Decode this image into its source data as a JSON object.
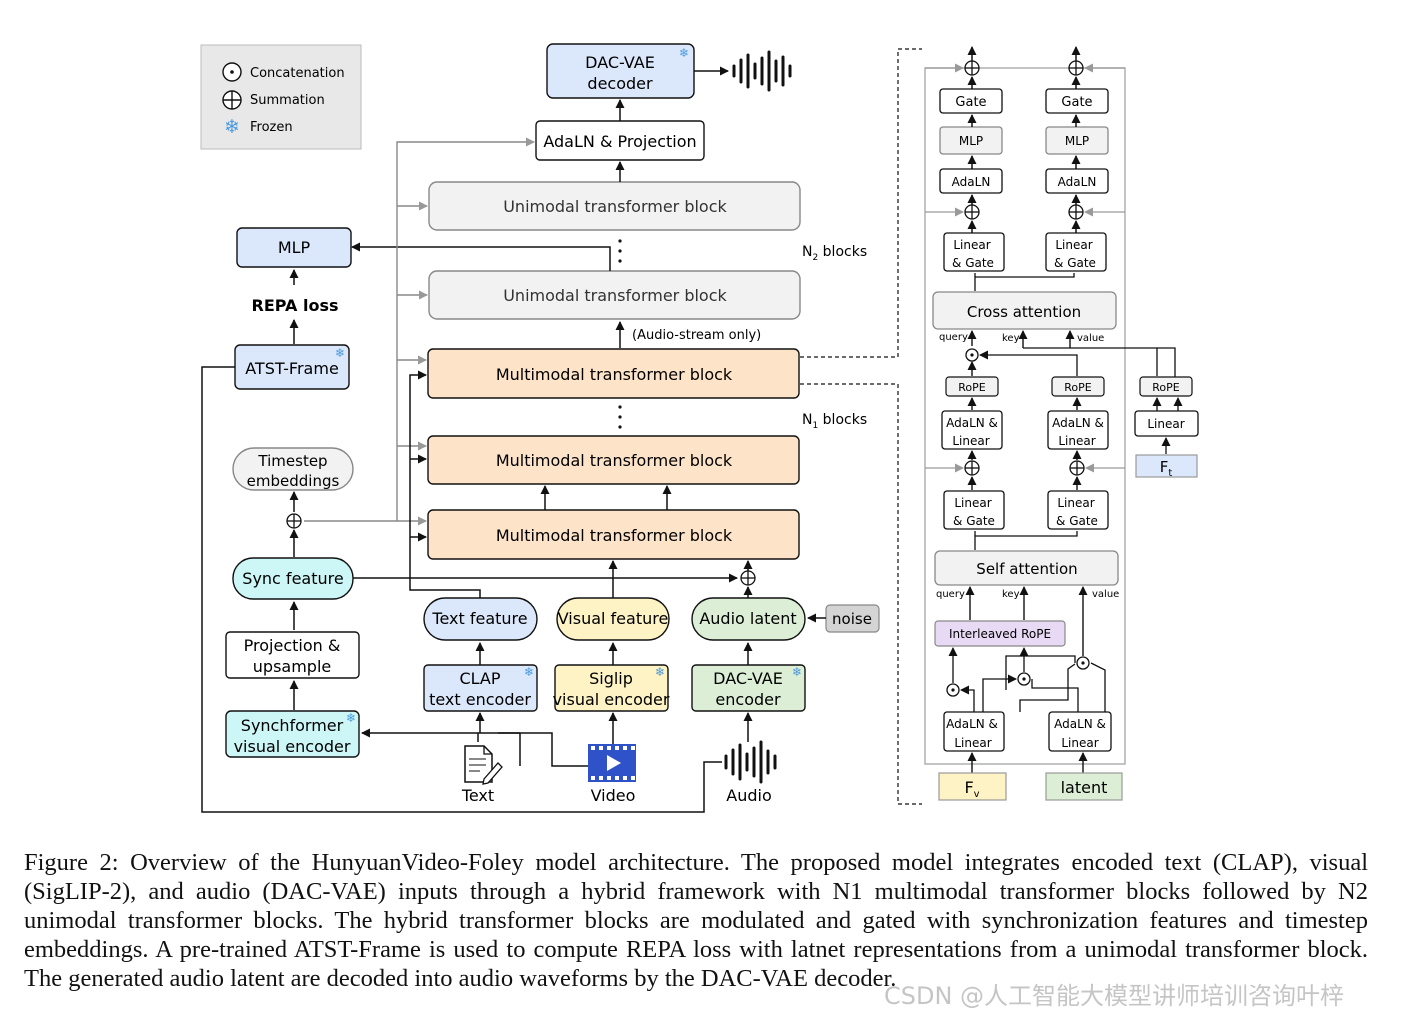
{
  "legend": {
    "concatenation": "Concatenation",
    "summation": "Summation",
    "frozen": "Frozen"
  },
  "left": {
    "dac_vae_decoder_1": "DAC-VAE",
    "dac_vae_decoder_2": "decoder",
    "adaln_projection": "AdaLN & Projection",
    "unimodal_block": "Unimodal transformer block",
    "n2_blocks_base": "N",
    "n2_blocks_sub": "2",
    "n2_blocks_tail": " blocks",
    "audio_stream_only": "(Audio-stream only)",
    "multimodal_block": "Multimodal transformer block",
    "n1_blocks_base": "N",
    "n1_blocks_sub": "1",
    "n1_blocks_tail": " blocks",
    "mlp": "MLP",
    "repa_loss": "REPA loss",
    "atst_frame": "ATST-Frame",
    "timestep_1": "Timestep",
    "timestep_2": "embeddings",
    "sync_feature": "Sync feature",
    "projection_1": "Projection &",
    "projection_2": "upsample",
    "synchformer_1": "Synchformer",
    "synchformer_2": "visual encoder",
    "text_feature": "Text feature",
    "visual_feature": "Visual feature",
    "audio_latent": "Audio latent",
    "noise": "noise",
    "clap_1": "CLAP",
    "clap_2": "text encoder",
    "siglip_1": "Siglip",
    "siglip_2": "visual encoder",
    "dacvae_enc_1": "DAC-VAE",
    "dacvae_enc_2": "encoder",
    "text_label": "Text",
    "video_label": "Video",
    "audio_label": "Audio"
  },
  "right": {
    "gate": "Gate",
    "mlp": "MLP",
    "adaln": "AdaLN",
    "linear_gate_1": "Linear",
    "linear_gate_2": "& Gate",
    "cross_attention": "Cross attention",
    "query": "query",
    "key": "key",
    "value": "value",
    "rope": "RoPE",
    "adaln_linear_1": "AdaLN &",
    "adaln_linear_2": "Linear",
    "linear": "Linear",
    "ft_base": "F",
    "ft_sub": "t",
    "self_attention": "Self attention",
    "interleaved_rope": "Interleaved RoPE",
    "fv_base": "F",
    "fv_sub": "v",
    "latent": "latent"
  },
  "caption": "Figure 2: Overview of the HunyuanVideo-Foley model architecture. The proposed model integrates encoded text (CLAP), visual (SigLIP-2), and audio (DAC-VAE) inputs through a hybrid framework with N1 multimodal transformer blocks followed by N2 unimodal transformer blocks. The hybrid transformer blocks are modulated and gated with synchronization features and timestep embeddings. A pre-trained ATST-Frame is used to compute REPA loss with latnet representations from a unimodal transformer block. The generated audio latent are decoded into audio waveforms by the DAC-VAE decoder.",
  "watermark": "CSDN @人工智能大模型讲师培训咨询叶梓",
  "colors": {
    "blue": "#dbe8fb",
    "orange": "#fde3c8",
    "cyan": "#cdf6f6",
    "yellow": "#fdf3c4",
    "green": "#dcefd6",
    "gray": "#f2f2f2",
    "purple": "#e8daf5",
    "snow": "#4a9ae0"
  }
}
